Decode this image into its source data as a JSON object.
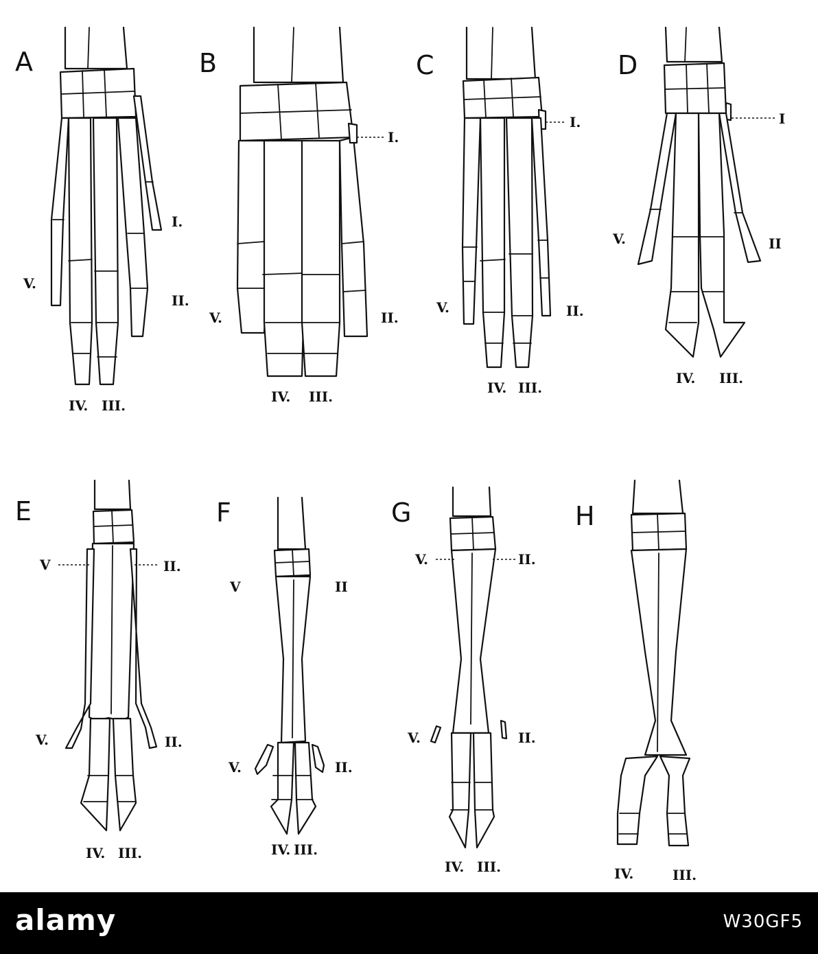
{
  "panels": [
    {
      "letter": "A",
      "labels": [
        "I.",
        "V.",
        "II.",
        "IV.",
        "III."
      ]
    },
    {
      "letter": "B",
      "labels": [
        "I.",
        "V.",
        "II.",
        "IV.",
        "III."
      ]
    },
    {
      "letter": "C",
      "labels": [
        "I.",
        "V.",
        "II.",
        "IV.",
        "III."
      ]
    },
    {
      "letter": "D",
      "labels": [
        "I",
        "V.",
        "II",
        "IV.",
        "III."
      ]
    },
    {
      "letter": "E",
      "labels": [
        "V",
        "II.",
        "V.",
        "II.",
        "IV.",
        "III."
      ]
    },
    {
      "letter": "F",
      "labels": [
        "V",
        "II",
        "V.",
        "II.",
        "IV.",
        "III."
      ]
    },
    {
      "letter": "G",
      "labels": [
        "V.",
        "II.",
        "V.",
        "II.",
        "IV.",
        "III."
      ]
    },
    {
      "letter": "H",
      "labels": [
        "IV.",
        "III."
      ]
    }
  ],
  "footer": {
    "brand": "alamy",
    "stock_id": "W30GF5"
  },
  "colors": {
    "ink": "#111111",
    "paper": "#ffffff",
    "footer_bg": "#000000"
  }
}
